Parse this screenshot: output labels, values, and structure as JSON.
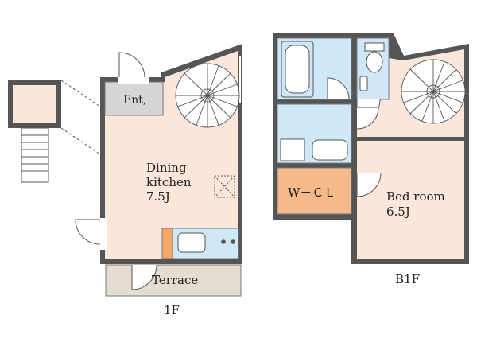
{
  "plans": {
    "first_floor": {
      "caption": "1F",
      "entrance_label": "Ent,",
      "dining": {
        "line1": "Dining",
        "line2": "kitchen",
        "line3": "7.5J"
      },
      "terrace_label": "Terrace"
    },
    "basement_floor": {
      "caption": "B1F",
      "closet_label": "W－ＣＬ",
      "bedroom": {
        "line1": "Bed room",
        "line2": "6.5J"
      }
    }
  },
  "colors": {
    "wall": "#555555",
    "room_fill": "#fbe6dc",
    "entrance_fill": "#d6d6d6",
    "wet_area_fill": "#cfe8f7",
    "closet_fill": "#f5b98a",
    "terrace_fill": "#e5dcd2",
    "counter_fill": "#f3a86a"
  },
  "icons": [
    "spiral-stair-icon",
    "stair-icon",
    "bathtub-icon",
    "toilet-icon",
    "sink-icon",
    "stove-icon",
    "washing-machine-icon"
  ]
}
